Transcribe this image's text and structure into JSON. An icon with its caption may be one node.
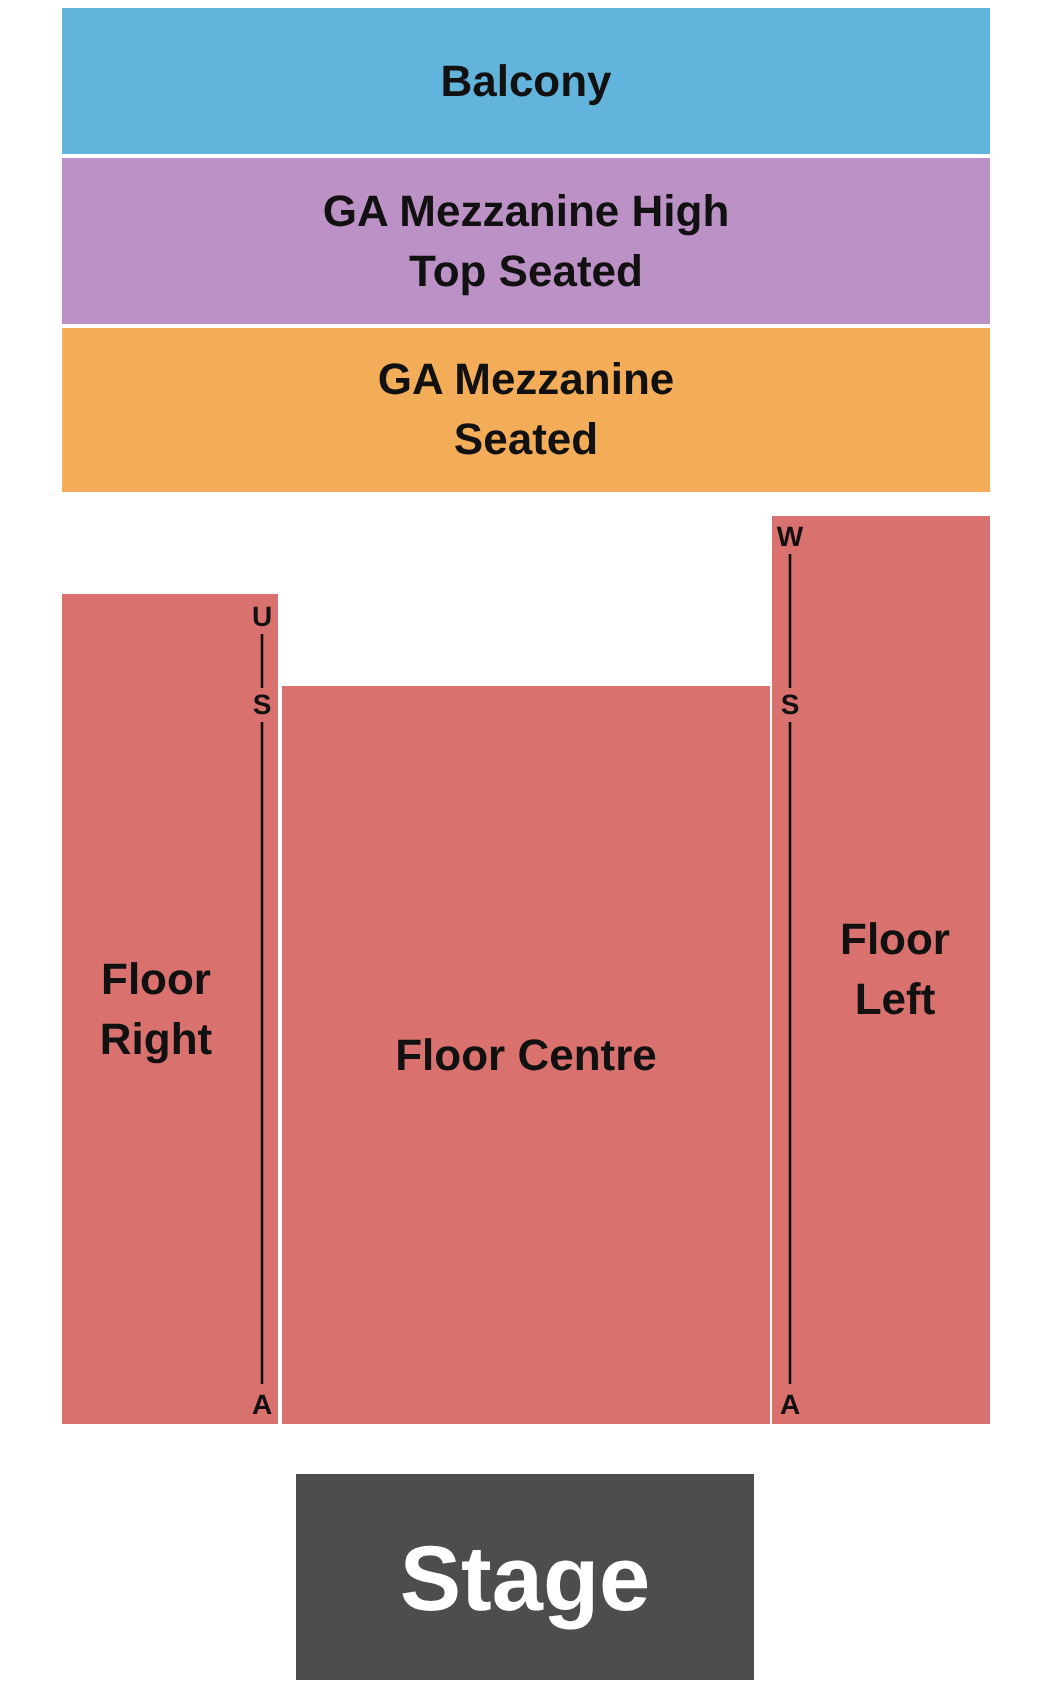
{
  "diagram": {
    "nodes": [
      {
        "text": [
          "Balcony"
        ]
      },
      {
        "text": [
          "GA Mezzanine High Top Seated"
        ]
      },
      {
        "text": [
          "GA Mezzanine Seated"
        ]
      },
      {
        "text": [
          "Floor Right"
        ]
      },
      {
        "text": [
          "Floor Centre"
        ]
      },
      {
        "text": [
          "Floor Left"
        ]
      },
      {
        "text": [
          "Stage"
        ]
      }
    ],
    "labels": [
      "W",
      "U",
      "S",
      "S",
      "A",
      "A"
    ]
  }
}
